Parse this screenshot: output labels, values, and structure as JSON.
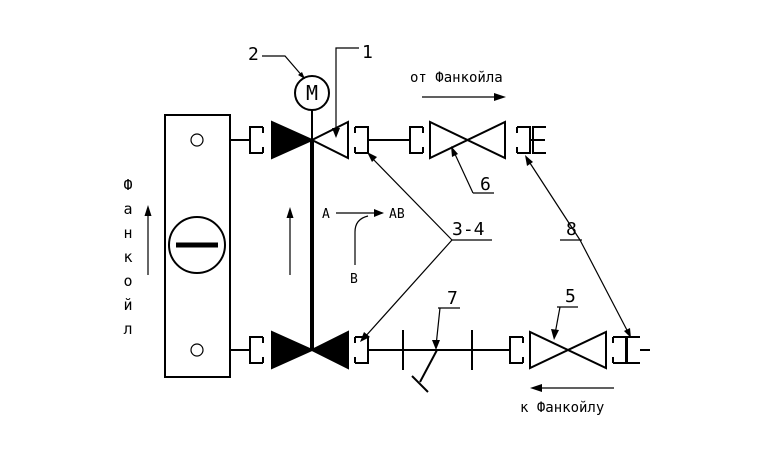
{
  "labels": {
    "callout_1": "1",
    "callout_2": "2",
    "callout_34": "3-4",
    "callout_5": "5",
    "callout_6": "6",
    "callout_7": "7",
    "callout_8": "8",
    "motor": "M",
    "port_a": "A",
    "port_ab": "AB",
    "port_b": "B",
    "from_fancoil": "от Фанкойла",
    "to_fancoil": "к Фанкойлу",
    "fancoil_vertical": [
      "Ф",
      "а",
      "н",
      "к",
      "о",
      "й",
      "л"
    ]
  },
  "colors": {
    "line": "#000000",
    "background": "#ffffff"
  }
}
